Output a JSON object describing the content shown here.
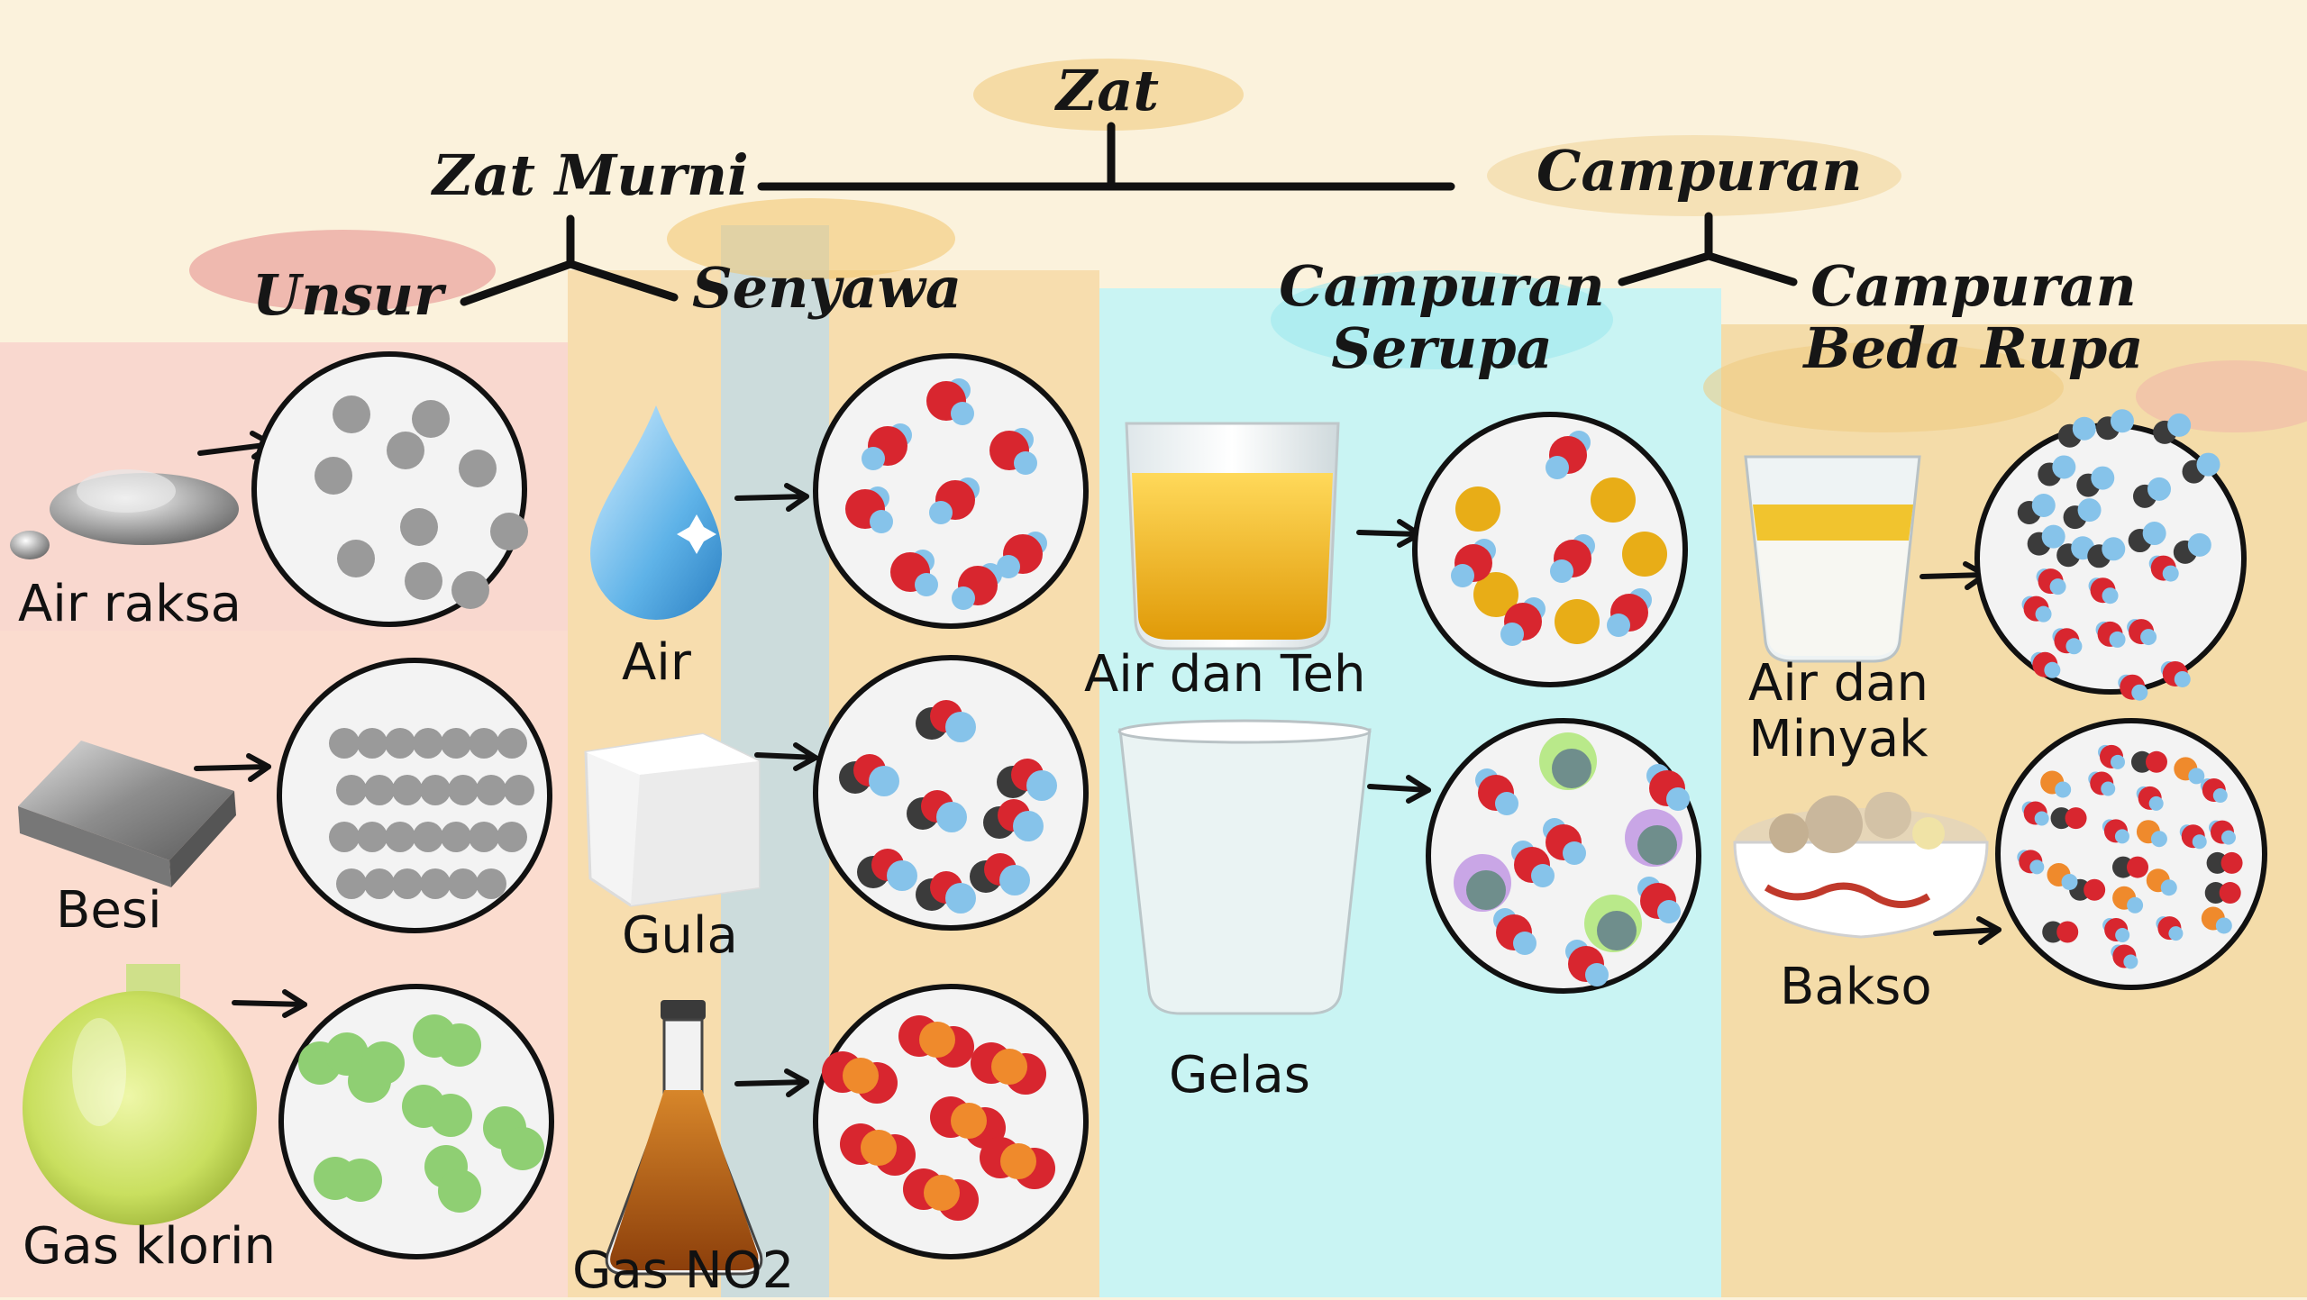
{
  "titles": {
    "root": "Zat",
    "pure": "Zat Murni",
    "mixture": "Campuran",
    "element": "Unsur",
    "compound": "Senyawa",
    "homogeneous_1": "Campuran",
    "homogeneous_2": "Serupa",
    "heterogeneous_1": "Campuran",
    "heterogeneous_2": "Beda Rupa"
  },
  "examples": {
    "mercury": "Air raksa",
    "iron": "Besi",
    "chlorine": "Gas klorin",
    "water": "Air",
    "sugar": "Gula",
    "no2": "Gas NO2",
    "tea": "Air dan Teh",
    "glass": "Gelas",
    "oil_water_1": "Air dan",
    "oil_water_2": "Minyak",
    "meatball": "Bakso"
  },
  "colors": {
    "column_unsur": "#f8cfcb",
    "column_senyawa": "#f6d9a6",
    "column_senyawa_stripe": "#b9dcf0",
    "column_serupa": "#c9f4f3",
    "column_beda_rupa": "#f4dca9",
    "atom_gray": "#9a9a9a",
    "atom_green": "#8fcf73",
    "atom_red": "#d8262f",
    "atom_blue": "#86c3ea",
    "atom_dark": "#3b3b3b",
    "atom_orange": "#ef8a2c",
    "atom_yellow": "#e8ad17",
    "atom_lime": "#b9e98a",
    "atom_purple": "#c9a6e6",
    "atom_teal": "#6f8e8c",
    "circle_fill": "#f3f3f3"
  },
  "icons": [
    "mercury-blob-icon",
    "iron-bar-icon",
    "chlorine-flask-icon",
    "water-drop-icon",
    "sugar-cube-icon",
    "no2-flask-icon",
    "tea-glass-icon",
    "empty-glass-icon",
    "oil-water-glass-icon",
    "meatball-bowl-icon"
  ]
}
